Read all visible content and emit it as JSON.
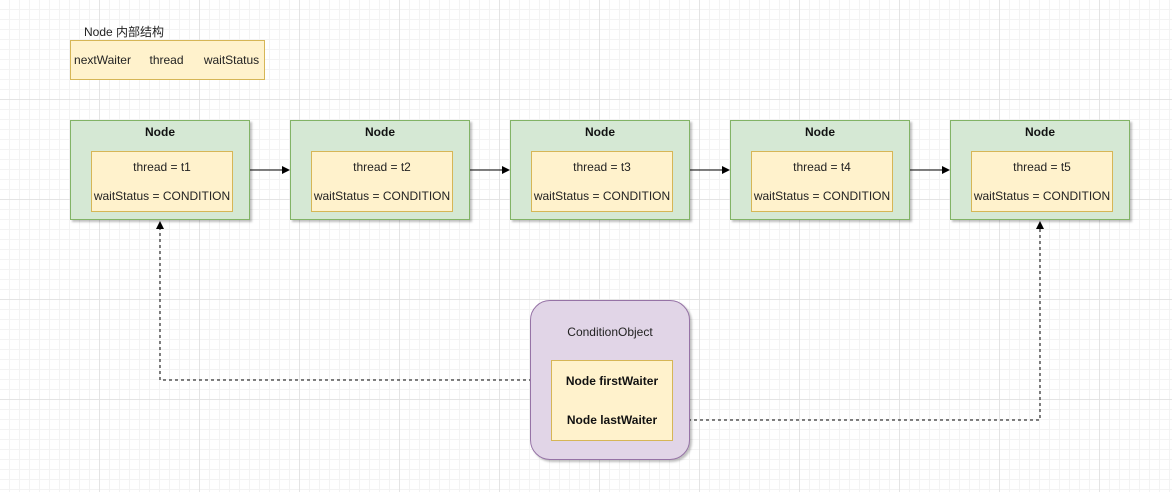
{
  "legend": {
    "title": "Node 内部结构",
    "cells": [
      "nextWaiter",
      "thread",
      "waitStatus"
    ]
  },
  "nodes": [
    {
      "title": "Node",
      "thread": "thread = t1",
      "status": "waitStatus = CONDITION"
    },
    {
      "title": "Node",
      "thread": "thread = t2",
      "status": "waitStatus = CONDITION"
    },
    {
      "title": "Node",
      "thread": "thread = t3",
      "status": "waitStatus = CONDITION"
    },
    {
      "title": "Node",
      "thread": "thread = t4",
      "status": "waitStatus = CONDITION"
    },
    {
      "title": "Node",
      "thread": "thread = t5",
      "status": "waitStatus = CONDITION"
    }
  ],
  "condition_object": {
    "title": "ConditionObject",
    "first_waiter": "Node firstWaiter",
    "last_waiter": "Node lastWaiter"
  },
  "colors": {
    "node_fill": "#d5e8d4",
    "node_border": "#82b366",
    "field_fill": "#fff2cc",
    "field_border": "#d6b656",
    "condition_fill": "#e1d5e7",
    "condition_border": "#9673a6"
  }
}
